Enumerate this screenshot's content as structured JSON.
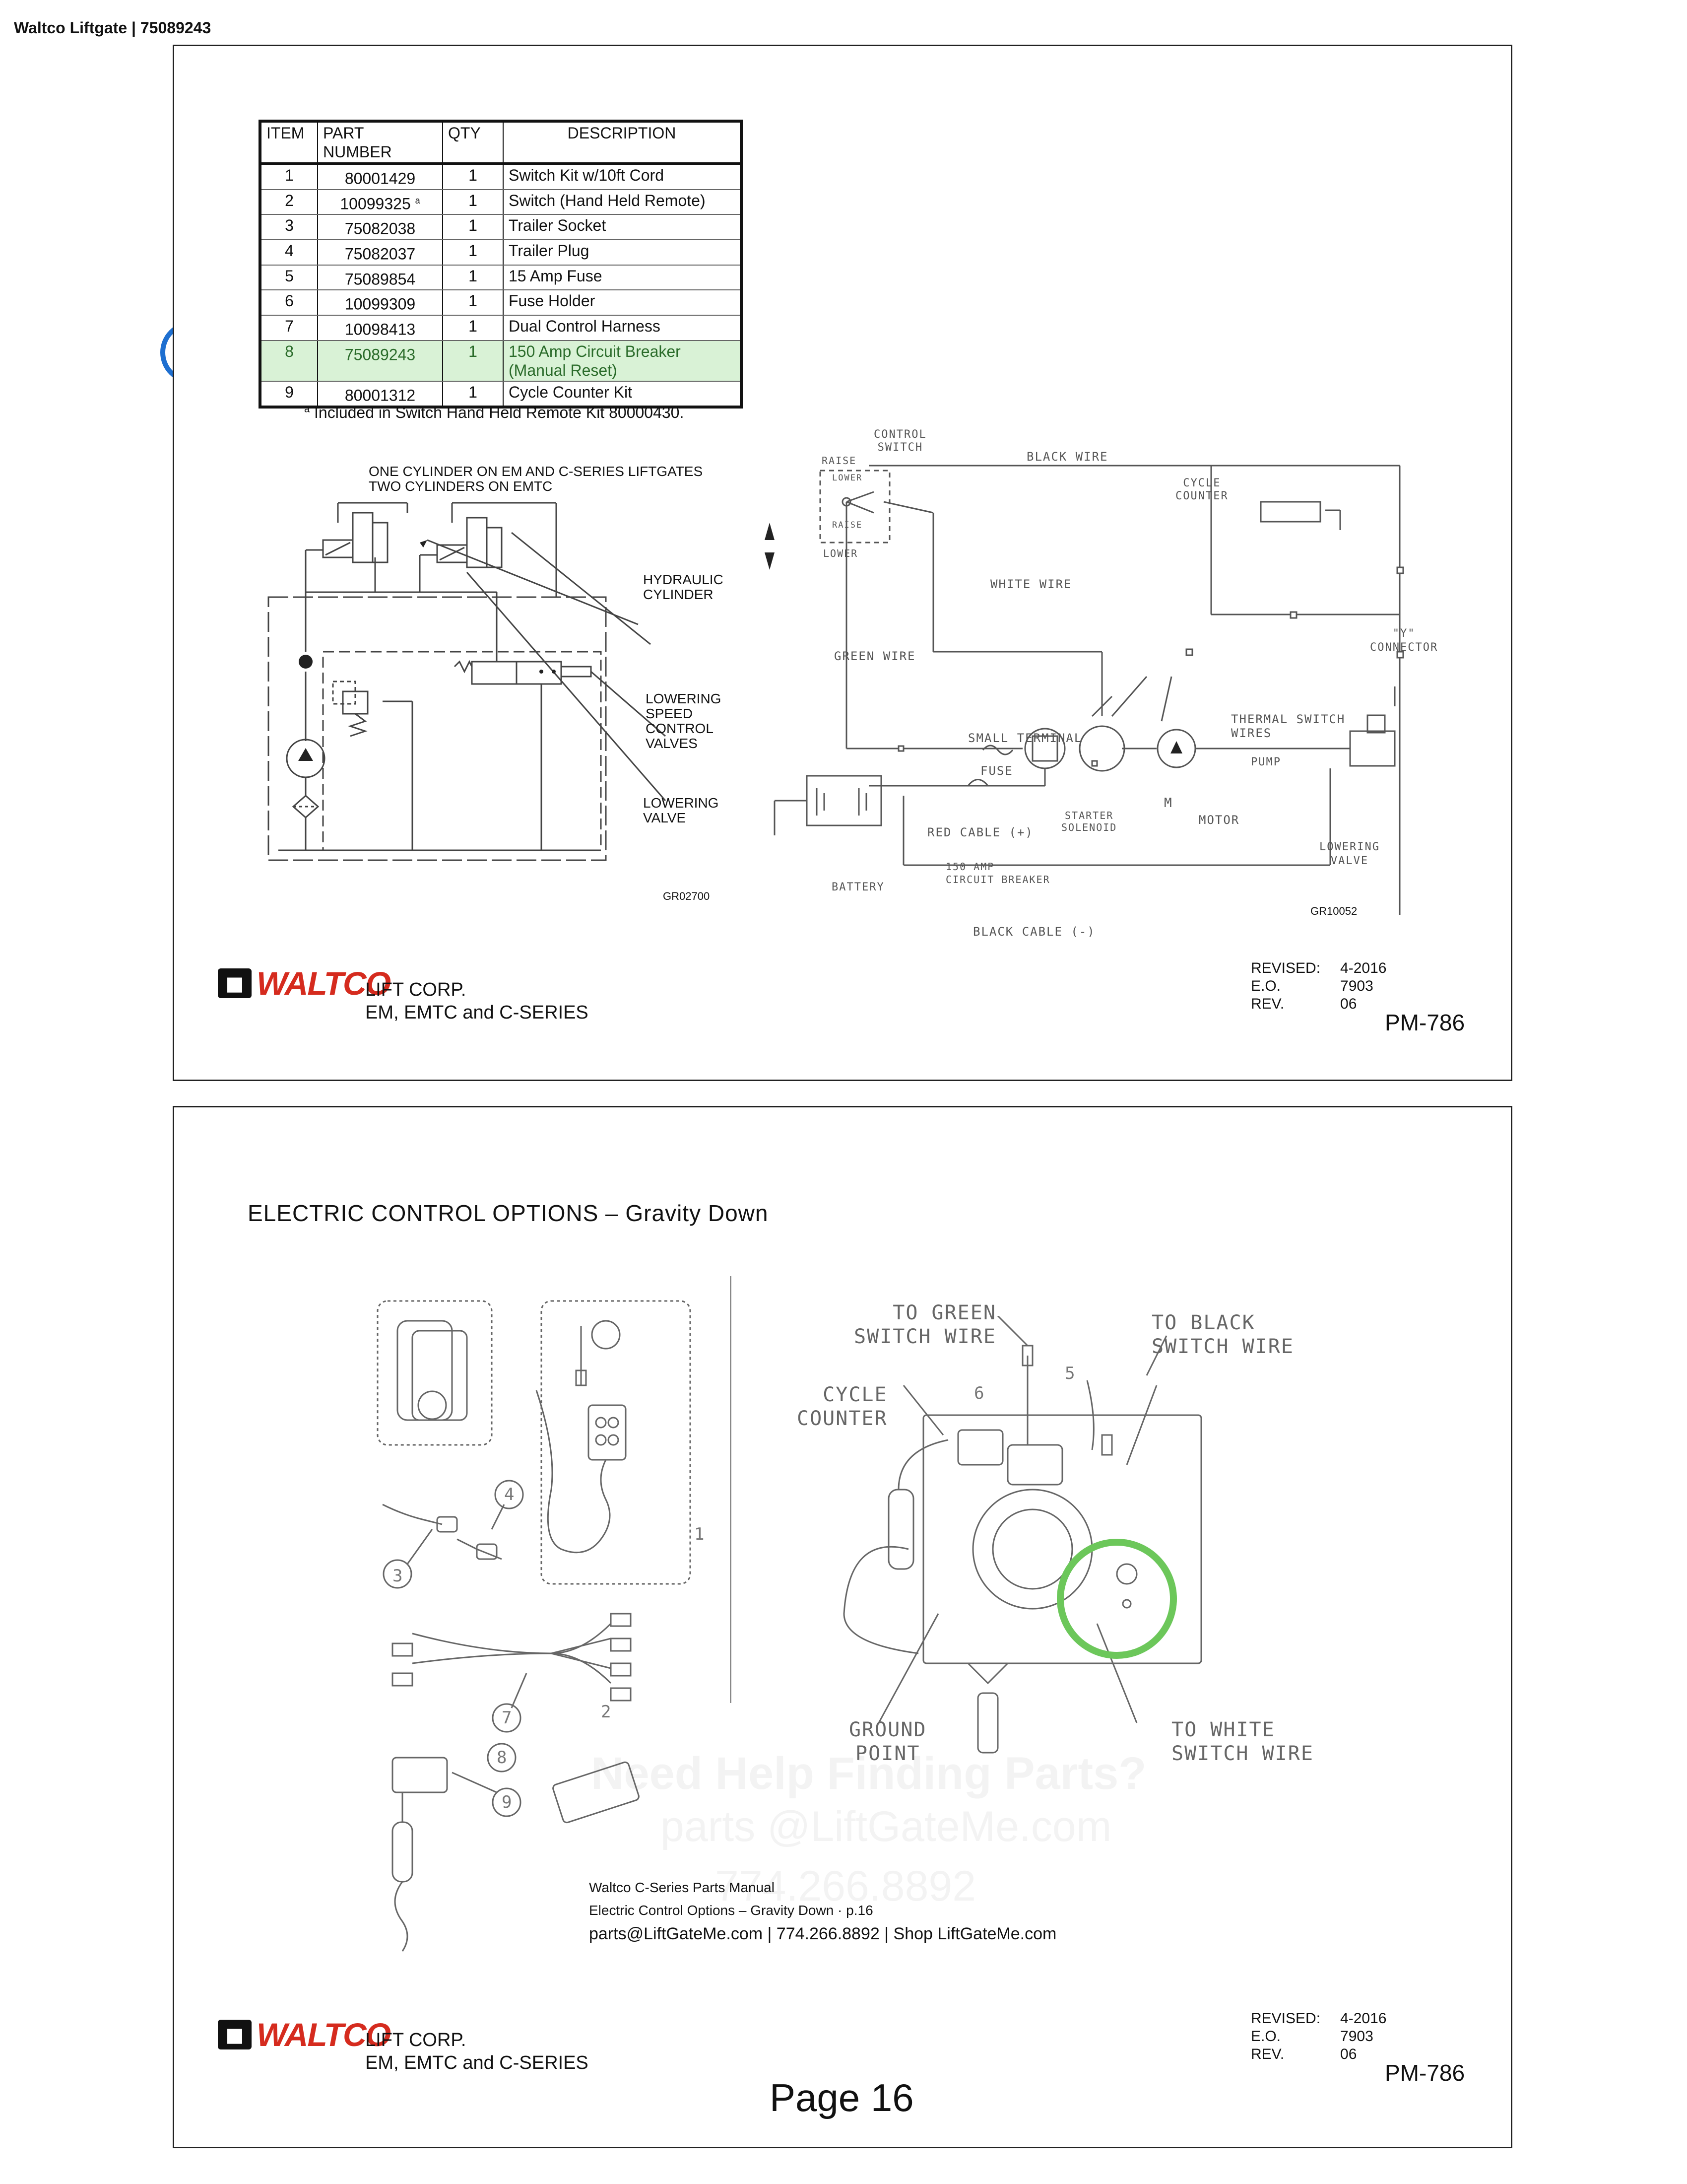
{
  "header": {
    "title": "Waltco Liftgate | 75089243"
  },
  "parts_table": {
    "headers": {
      "item": "ITEM",
      "part_number_line1": "PART",
      "part_number_line2": "NUMBER",
      "qty": "QTY",
      "description": "DESCRIPTION"
    },
    "rows": [
      {
        "item": "1",
        "part": "80001429",
        "sup": "",
        "qty": "1",
        "desc": "Switch Kit w/10ft Cord",
        "desc2": ""
      },
      {
        "item": "2",
        "part": "10099325 ",
        "sup": "a",
        "qty": "1",
        "desc": "Switch (Hand Held Remote)",
        "desc2": ""
      },
      {
        "item": "3",
        "part": "75082038",
        "sup": "",
        "qty": "1",
        "desc": "Trailer Socket",
        "desc2": ""
      },
      {
        "item": "4",
        "part": "75082037",
        "sup": "",
        "qty": "1",
        "desc": "Trailer Plug",
        "desc2": ""
      },
      {
        "item": "5",
        "part": "75089854",
        "sup": "",
        "qty": "1",
        "desc": "15 Amp Fuse",
        "desc2": ""
      },
      {
        "item": "6",
        "part": "10099309",
        "sup": "",
        "qty": "1",
        "desc": "Fuse Holder",
        "desc2": ""
      },
      {
        "item": "7",
        "part": "10098413",
        "sup": "",
        "qty": "1",
        "desc": "Dual Control Harness",
        "desc2": ""
      },
      {
        "item": "8",
        "part": "75089243",
        "sup": "",
        "qty": "1",
        "desc": "150 Amp Circuit Breaker",
        "desc2": "(Manual Reset)"
      },
      {
        "item": "9",
        "part": "80001312",
        "sup": "",
        "qty": "1",
        "desc": "Cycle Counter Kit",
        "desc2": ""
      }
    ],
    "highlight_color": "#d9f2d6",
    "footnote_mark": "a",
    "footnote": "Included in Switch Hand Held Remote Kit 80000430."
  },
  "hydraulic": {
    "note1": "ONE CYLINDER ON EM AND C-SERIES LIFTGATES",
    "note2": "TWO CYLINDERS ON EMTC",
    "cyl1": "HYDRAULIC",
    "cyl2": "CYLINDER",
    "lsc1": "LOWERING",
    "lsc2": "SPEED",
    "lsc3": "CONTROL",
    "lsc4": "VALVES",
    "lv1": "LOWERING",
    "lv2": "VALVE",
    "code": "GR02700"
  },
  "wiring": {
    "raise": "RAISE",
    "lower": "LOWER",
    "cs1": "CONTROL",
    "cs2": "SWITCH",
    "sw_lower": "LOWER",
    "sw_raise": "RAISE",
    "black_wire": "BLACK WIRE",
    "cc1": "CYCLE",
    "cc2": "COUNTER",
    "white_wire": "WHITE WIRE",
    "green_wire": "GREEN WIRE",
    "y1": "\"Y\"",
    "y2": "CONNECTOR",
    "small_terminal": "SMALL TERMINAL",
    "ts1": "THERMAL SWITCH",
    "ts2": "WIRES",
    "fuse": "FUSE",
    "pump": "PUMP",
    "motor": "MOTOR",
    "ss1": "STARTER",
    "ss2": "SOLENOID",
    "red_cable": "RED CABLE (+)",
    "cb1": "150 AMP",
    "cb2": "CIRCUIT BREAKER",
    "battery": "BATTERY",
    "black_cable": "BLACK CABLE (-)",
    "lv1": "LOWERING",
    "lv2": "VALVE",
    "m": "M",
    "code": "GR10052"
  },
  "footer_top": {
    "brand": "WALTCO",
    "line1": "LIFT CORP.",
    "line2": "EM, EMTC and C-SERIES",
    "revised_label": "REVISED:",
    "revised": "4-2016",
    "eo_label": "E.O.",
    "eo": "7903",
    "rev_label": "REV.",
    "rev": "06",
    "pm": "PM-786"
  },
  "bottom": {
    "title": "ELECTRIC CONTROL OPTIONS – Gravity Down",
    "to_green1": "TO GREEN",
    "to_green2": "SWITCH WIRE",
    "to_black1": "TO BLACK",
    "to_black2": "SWITCH WIRE",
    "cycle1": "CYCLE",
    "cycle2": "COUNTER",
    "ground1": "GROUND",
    "ground2": "POINT",
    "to_white1": "TO WHITE",
    "to_white2": "SWITCH WIRE",
    "callouts": [
      "1",
      "2",
      "3",
      "4",
      "5",
      "6",
      "7",
      "8",
      "9"
    ],
    "highlight_circle_color": "#6cc75a",
    "watermark1": "Need Help Finding Parts?",
    "watermark2": "parts @LiftGateMe.com",
    "watermark3": "774.266.8892",
    "credit1": "Waltco C-Series Parts Manual",
    "credit2": "Electric Control Options – Gravity Down · p.16",
    "credit3": "parts@LiftGateMe.com | 774.266.8892 | Shop LiftGateMe.com",
    "page": "Page 16"
  },
  "footer_bot": {
    "brand": "WALTCO",
    "line1": "LIFT CORP.",
    "line2": "EM, EMTC and C-SERIES",
    "revised_label": "REVISED:",
    "revised": "4-2016",
    "eo_label": "E.O.",
    "eo": "7903",
    "rev_label": "REV.",
    "rev": "06",
    "pm": "PM-786"
  },
  "badge_colors": {
    "ring": "#1e6fd0",
    "truck": "#d52b1e",
    "check": "#2fa84f"
  }
}
